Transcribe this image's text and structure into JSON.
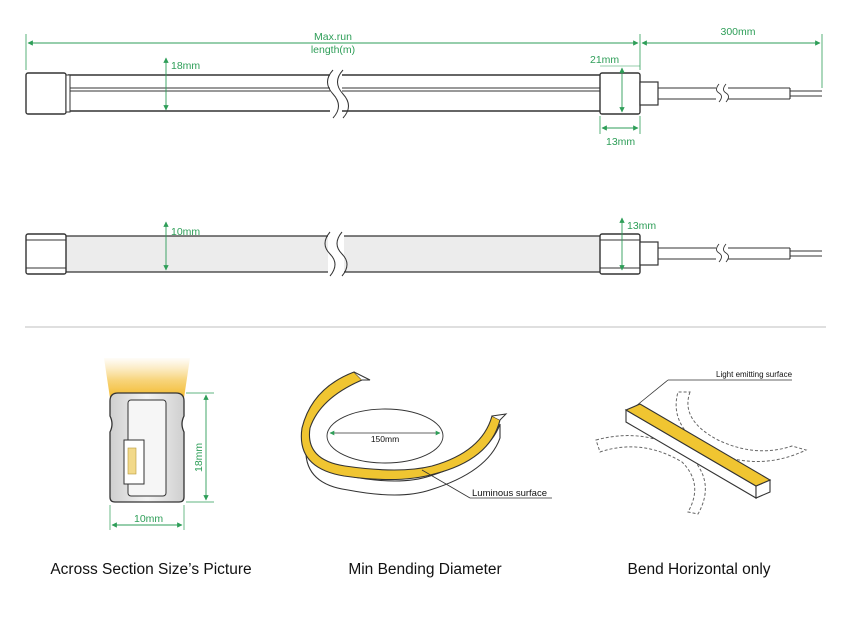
{
  "colors": {
    "dimension": "#2e9e58",
    "outline": "#333333",
    "strip_fill": "#ececec",
    "warm_light": "#f3c335",
    "led": "#f2d98a",
    "divider": "#bfbfbf"
  },
  "top_view": {
    "max_run_label_line1": "Max.run",
    "max_run_label_line2": "length(m)",
    "cable_length": "300mm",
    "height": "18mm",
    "end_cap_height": "21mm",
    "end_cap_width": "13mm"
  },
  "side_view": {
    "width": "10mm",
    "end_cap_height": "13mm"
  },
  "cross_section": {
    "height": "18mm",
    "width": "10mm",
    "caption": "Across Section Size’s Picture"
  },
  "bending": {
    "diameter": "150mm",
    "surface_label": "Luminous surface",
    "caption": "Min Bending Diameter"
  },
  "bend_direction": {
    "surface_label": "Light emitting surface",
    "caption": "Bend Horizontal only"
  }
}
